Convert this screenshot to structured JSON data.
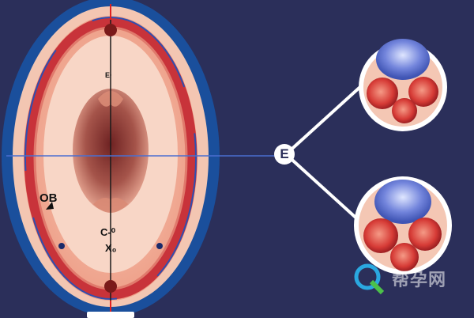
{
  "labels": {
    "top": "E∙",
    "left": "OB",
    "middle": "C-⁰",
    "bottom": "X₀"
  },
  "callout": {
    "letter": "E"
  },
  "watermark": {
    "text": "帮孕网"
  },
  "colors": {
    "background": "#2b2f5a",
    "outer_ring": "#1a4f9c",
    "tissue_pink": "#f4b9a4",
    "wall_red": "#c8333a",
    "inner_cavity": "#8a3a3a",
    "callout_white": "#ffffff",
    "cell_blue": "#5b6fcf"
  }
}
